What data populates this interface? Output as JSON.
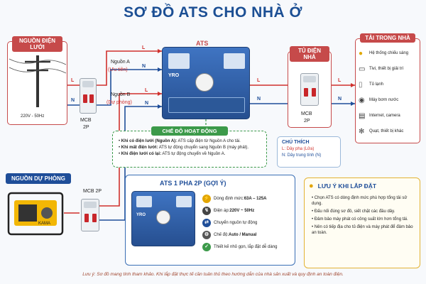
{
  "title": "SƠ ĐỒ ATS CHO NHÀ Ở",
  "grid": {
    "panel_title": "NGUỒN ĐIỆN LƯỚI",
    "voltage": "220V - 50Hz",
    "L": "L",
    "N": "N"
  },
  "mcb1": {
    "label": "MCB",
    "rating": "2P"
  },
  "inputs": {
    "a_label": "Nguồn A",
    "a_sub": "(Ưu tiên)",
    "b_label": "Nguồn B",
    "b_sub": "(Dự phòng)",
    "L": "L",
    "N": "N"
  },
  "ats": {
    "label": "ATS",
    "brand": "YRO"
  },
  "panel": {
    "title": "TỦ ĐIỆN NHÀ",
    "mcb_label": "MCB",
    "mcb_rating": "2P",
    "L": "L",
    "N": "N"
  },
  "loads": {
    "title": "TẢI TRONG NHÀ",
    "items": [
      {
        "label": "Hệ thống chiếu sáng",
        "icon": "bulb-icon"
      },
      {
        "label": "Tivi, thiết bị giải trí",
        "icon": "tv-icon"
      },
      {
        "label": "Tủ lạnh",
        "icon": "fridge-icon"
      },
      {
        "label": "Máy bơm nước",
        "icon": "pump-icon"
      },
      {
        "label": "Internet, camera",
        "icon": "router-icon"
      },
      {
        "label": "Quạt, thiết bị khác",
        "icon": "fan-icon"
      }
    ]
  },
  "mode": {
    "title": "CHẾ ĐỘ HOẠT ĐỘNG",
    "lines": [
      {
        "bold": "Khi có điện lưới (Nguồn A):",
        "text": " ATS cấp điện từ Nguồn A cho tải."
      },
      {
        "bold": "Khi mất điện lưới:",
        "text": " ATS tự động chuyển sang Nguồn B (máy phát)."
      },
      {
        "bold": "Khi điện lưới có lại:",
        "text": " ATS tự động chuyển về Nguồn A."
      }
    ]
  },
  "legend": {
    "title": "CHÚ THÍCH",
    "l_text": "L: Dây pha (Lửa)",
    "n_text": "N: Dây trung tính (N)"
  },
  "backup": {
    "title": "NGUỒN DỰ PHÒNG",
    "mcb_label": "MCB 2P",
    "brand": "KAMA"
  },
  "spec": {
    "title": "ATS 1 PHA 2P (GỢI Ý)",
    "items": [
      {
        "label": "Dòng định mức:",
        "value": " 63A – 125A",
        "icon": "bolt-icon"
      },
      {
        "label": "Điện áp:",
        "value": " 220V ~ 50Hz",
        "icon": "plug-icon"
      },
      {
        "label": "Chuyển nguồn tự động",
        "value": "",
        "icon": "switch-icon"
      },
      {
        "label": "Chế độ:",
        "value": " Auto / Manual",
        "icon": "gear-icon"
      },
      {
        "label": "Thiết kế nhỏ gọn, lắp đặt dễ dàng",
        "value": "",
        "icon": "check-icon"
      }
    ]
  },
  "tips": {
    "title": "LƯU Ý KHI LẮP ĐẶT",
    "items": [
      "Chọn ATS có dòng định mức phù hợp tổng tải sử dụng.",
      "Đấu nối đúng sơ đồ, siết chặt các đầu dây.",
      "Đảm bảo máy phát có công suất lớn hơn tổng tải.",
      "Nên có tiếp địa cho tủ điện và máy phát để đảm bảo an toàn."
    ]
  },
  "footer": "Lưu ý: Sơ đồ mang tính tham khảo. Khi lắp đặt thực tế cần tuân thủ theo hướng dẫn của nhà sản xuất và quy định an toàn điện.",
  "colors": {
    "phase": "#d0312d",
    "neutral": "#1f4e99",
    "accent": "#1c4f94"
  }
}
